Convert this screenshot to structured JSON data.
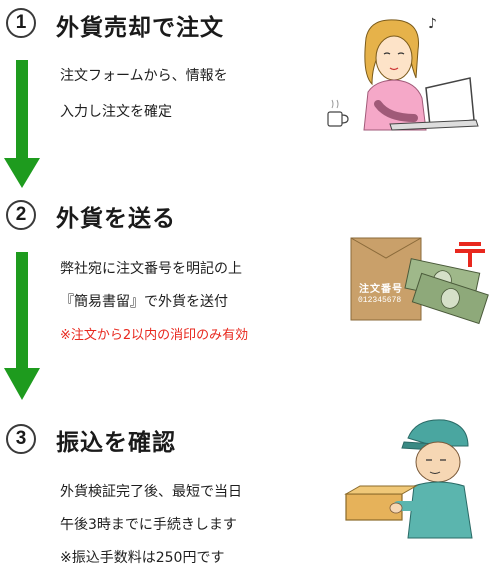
{
  "colors": {
    "accent_green": "#1e9b1e",
    "note_red": "#e8281e",
    "text": "#1e1e1e"
  },
  "steps": [
    {
      "number": "1",
      "title": "外貨売却で注文",
      "lines": [
        "注文フォームから、情報を",
        "入力し注文を確定"
      ],
      "icon": "woman-laptop-icon"
    },
    {
      "number": "2",
      "title": "外貨を送る",
      "lines": [
        "弊社宛に注文番号を明記の上",
        "『簡易書留』で外貨を送付"
      ],
      "note": "※注文から2以内の消印のみ有効",
      "icon": "envelope-banknotes-icon",
      "envelope_label": "注文番号",
      "envelope_number": "012345678"
    },
    {
      "number": "3",
      "title": "振込を確認",
      "lines": [
        "外貨検証完了後、最短で当日",
        "午後3時までに手続きします",
        "※振込手数料は250円です"
      ],
      "icon": "delivery-man-icon"
    }
  ]
}
